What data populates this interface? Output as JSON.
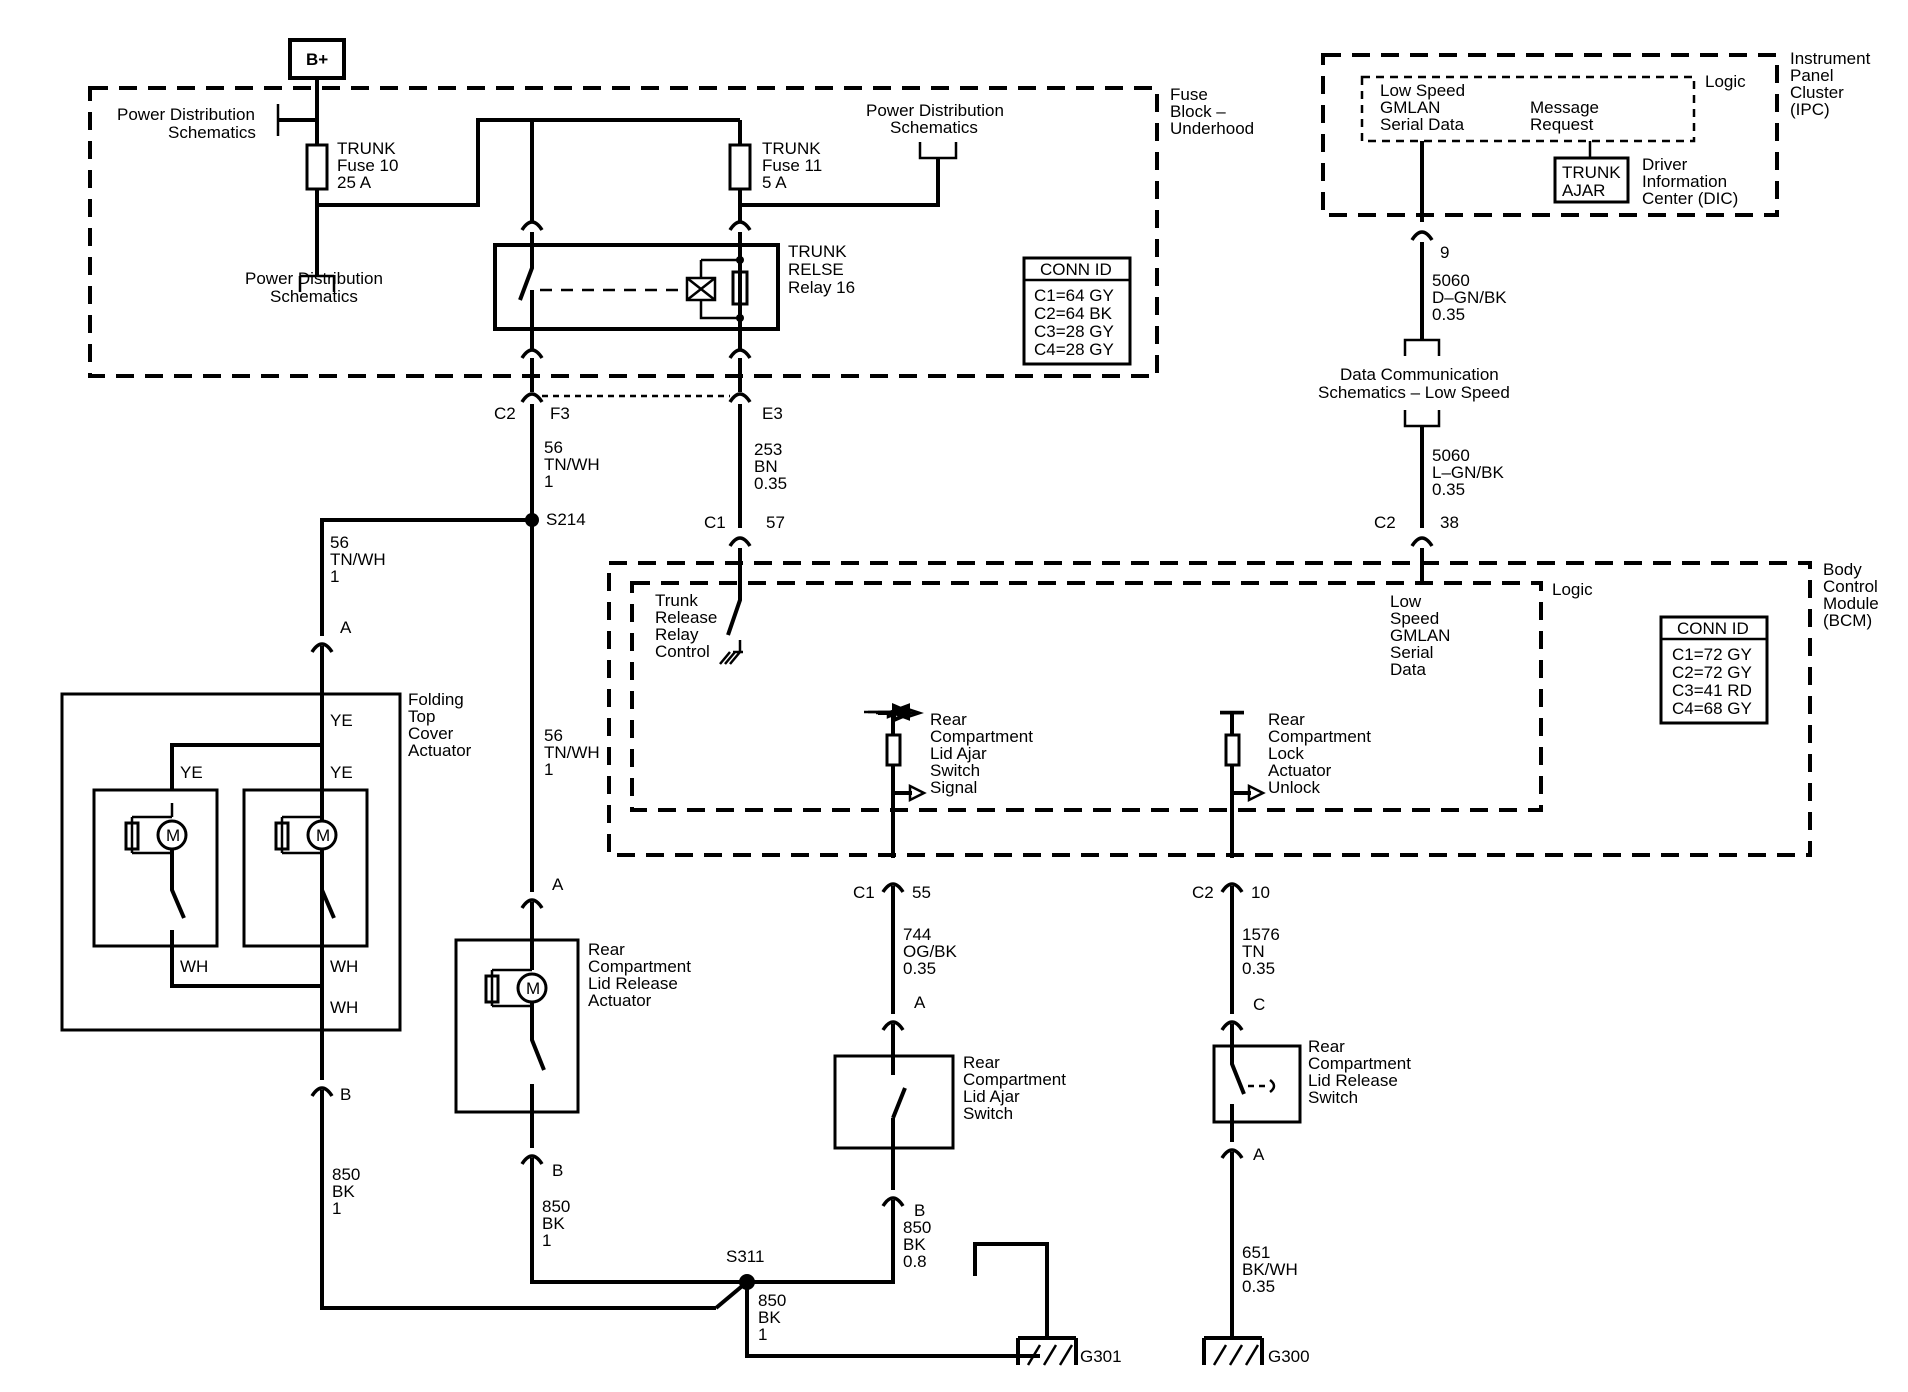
{
  "power": {
    "bplus": "B+"
  },
  "fuse_block": {
    "title": [
      "Fuse",
      "Block –",
      "Underhood"
    ],
    "pds_left_top": [
      "Power Distribution",
      "Schematics"
    ],
    "pds_left_bottom": [
      "Power Distribution",
      "Schematics"
    ],
    "pds_right": [
      "Power Distribution",
      "Schematics"
    ],
    "fuse10": [
      "TRUNK",
      "Fuse 10",
      "25 A"
    ],
    "fuse11": [
      "TRUNK",
      "Fuse 11",
      "5 A"
    ],
    "relay": [
      "TRUNK",
      "RELSE",
      "Relay 16"
    ],
    "conn_id": {
      "title": "CONN ID",
      "rows": [
        "C1=64 GY",
        "C2=64 BK",
        "C3=28 GY",
        "C4=28 GY"
      ]
    }
  },
  "ipc": {
    "title": [
      "Instrument",
      "Panel",
      "Cluster",
      "(IPC)"
    ],
    "logic": "Logic",
    "serial": [
      "Low Speed",
      "GMLAN",
      "Serial Data"
    ],
    "message": [
      "Message",
      "Request"
    ],
    "trunk_ajar": [
      "TRUNK",
      "AJAR"
    ],
    "dic": [
      "Driver",
      "Information",
      "Center (DIC)"
    ]
  },
  "data_comm": [
    "Data Communication",
    "Schematics – Low Speed"
  ],
  "bcm": {
    "title": [
      "Body",
      "Control",
      "Module",
      "(BCM)"
    ],
    "logic": "Logic",
    "trunk_relay_ctrl": [
      "Trunk",
      "Release",
      "Relay",
      "Control"
    ],
    "gmlan": [
      "Low",
      "Speed",
      "GMLAN",
      "Serial",
      "Data"
    ],
    "lid_ajar_signal": [
      "Rear",
      "Compartment",
      "Lid Ajar",
      "Switch",
      "Signal"
    ],
    "lock_unlock": [
      "Rear",
      "Compartment",
      "Lock",
      "Actuator",
      "Unlock"
    ],
    "conn_id": {
      "title": "CONN ID",
      "rows": [
        "C1=72 GY",
        "C2=72 GY",
        "C3=41 RD",
        "C4=68 GY"
      ]
    }
  },
  "connectors": {
    "c2": "C2",
    "f3": "F3",
    "e3": "E3",
    "c1_57": "C1",
    "p57": "57",
    "c2_38": "C2",
    "p38": "38",
    "p9": "9",
    "c1_55": "C1",
    "p55": "55",
    "c2_10": "C2",
    "p10": "10",
    "pin_a": "A",
    "pin_b": "B",
    "pin_c": "C"
  },
  "wires": {
    "w56_top": [
      "56",
      "TN/WH",
      "1"
    ],
    "w56_left": [
      "56",
      "TN/WH",
      "1"
    ],
    "w56_mid": [
      "56",
      "TN/WH",
      "1"
    ],
    "w253": [
      "253",
      "BN",
      "0.35"
    ],
    "w5060_top": [
      "5060",
      "D–GN/BK",
      "0.35"
    ],
    "w5060_bot": [
      "5060",
      "L–GN/BK",
      "0.35"
    ],
    "w744": [
      "744",
      "OG/BK",
      "0.35"
    ],
    "w1576": [
      "1576",
      "TN",
      "0.35"
    ],
    "w850_left": [
      "850",
      "BK",
      "1"
    ],
    "w850_mid": [
      "850",
      "BK",
      "1"
    ],
    "w850_switch": [
      "850",
      "BK",
      "0.8"
    ],
    "w850_ground": [
      "850",
      "BK",
      "1"
    ],
    "w651": [
      "651",
      "BK/WH",
      "0.35"
    ]
  },
  "splices": {
    "s214": "S214",
    "s311": "S311"
  },
  "grounds": {
    "g301": "G301",
    "g300": "G300"
  },
  "components": {
    "folding_top": [
      "Folding",
      "Top",
      "Cover",
      "Actuator"
    ],
    "ye": "YE",
    "wh": "WH",
    "motor": "M",
    "lid_release_actuator": [
      "Rear",
      "Compartment",
      "Lid Release",
      "Actuator"
    ],
    "lid_ajar_switch": [
      "Rear",
      "Compartment",
      "Lid Ajar",
      "Switch"
    ],
    "lid_release_switch": [
      "Rear",
      "Compartment",
      "Lid Release",
      "Switch"
    ]
  }
}
